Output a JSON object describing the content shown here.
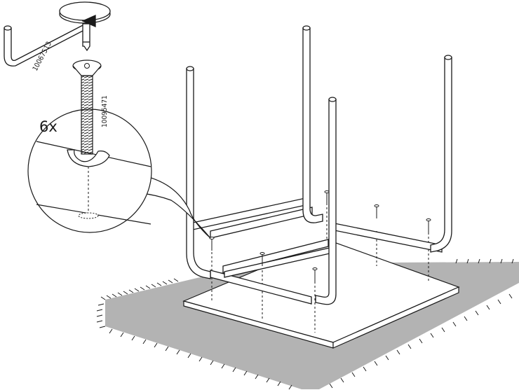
{
  "wrench_part_number": "10067513",
  "screw_part_number": "10095471",
  "screw_quantity": "6x",
  "screw_quantity_count": 6,
  "colors": {
    "line": "#1a1a1a",
    "rug": "#b3b3b3",
    "paper": "#ffffff"
  },
  "icons": [
    "allen-key-icon",
    "rotation-arrow-icon",
    "screw-icon"
  ]
}
